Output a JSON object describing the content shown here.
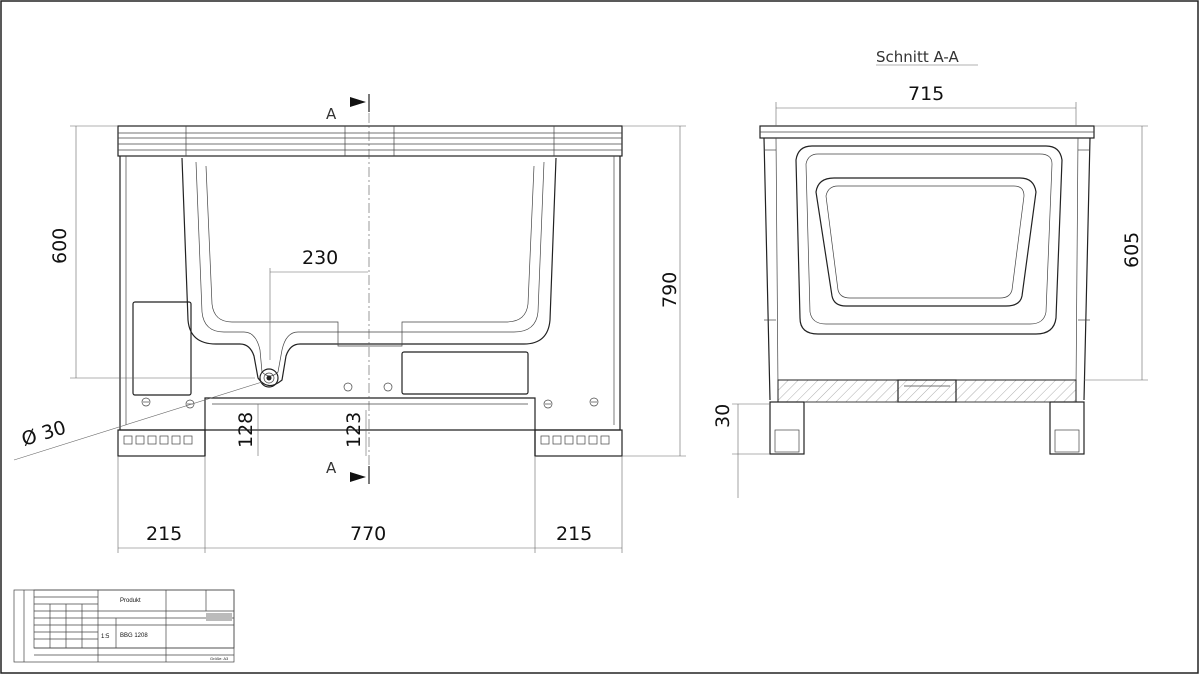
{
  "section_title": "Schnitt A-A",
  "section_marker": "A",
  "dimensions": {
    "top_width": "715",
    "height_left": "600",
    "height_total": "790",
    "height_right": "605",
    "drain_spacing": "230",
    "diameter": "Ø 30",
    "clearance_128": "128",
    "clearance_123": "123",
    "clearance_30": "30",
    "bottom_left": "215",
    "bottom_middle": "770",
    "bottom_right": "215"
  },
  "title_block": {
    "product_label": "Produkt",
    "designation": "BBG 1208",
    "scale": "1:5",
    "format": "Größe: A3"
  }
}
